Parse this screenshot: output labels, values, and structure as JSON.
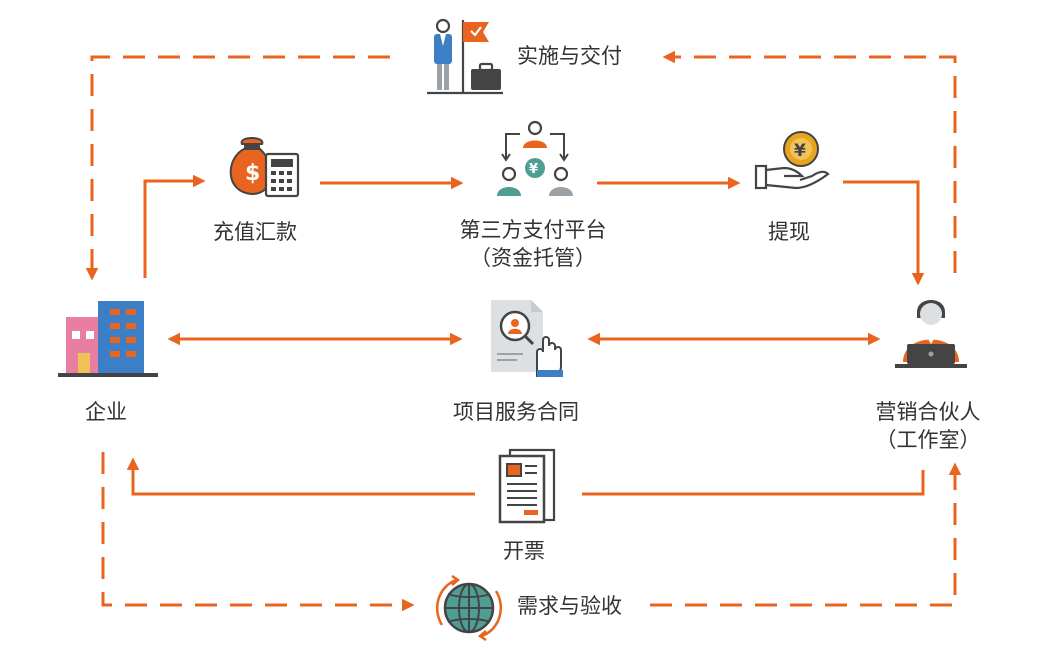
{
  "colors": {
    "accent": "#e8641f",
    "text": "#333333",
    "blue": "#3d7fc7",
    "teal": "#4e9e94",
    "gray": "#dde0e2",
    "dark": "#444444"
  },
  "steps": {
    "implement_deliver": "实施与交付",
    "recharge": "充值汇款",
    "platform_line1": "第三方支付平台",
    "platform_line2": "（资金托管）",
    "withdraw": "提现",
    "enterprise": "企业",
    "contract": "项目服务合同",
    "partner_line1": "营销合伙人",
    "partner_line2": "（工作室）",
    "invoice": "开票",
    "demand_accept": "需求与验收"
  },
  "icons": {
    "implement_deliver": "person-flag-briefcase-icon",
    "recharge": "money-bag-calculator-icon",
    "platform": "people-yuan-exchange-icon",
    "withdraw": "hand-yuan-coin-icon",
    "enterprise": "office-building-icon",
    "contract": "document-search-hand-icon",
    "partner": "person-laptop-icon",
    "invoice": "invoice-document-icon",
    "demand_accept": "globe-cycle-icon"
  }
}
